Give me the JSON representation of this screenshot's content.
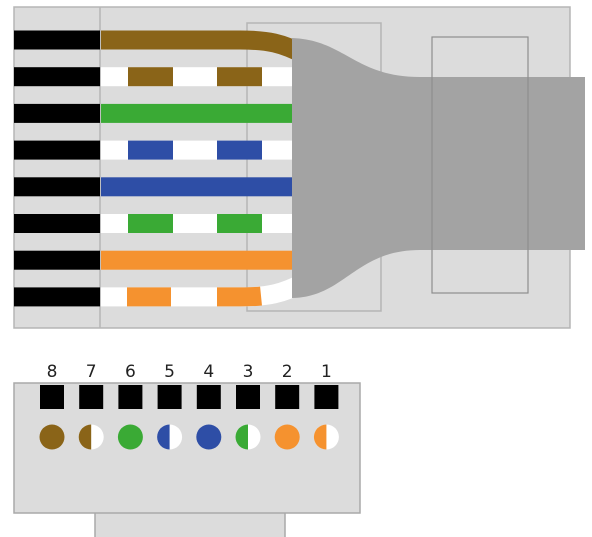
{
  "colors": {
    "brown": "#8a6418",
    "green": "#3aaa35",
    "blue": "#2e4ea6",
    "orange": "#f5922f",
    "white": "#ffffff",
    "conductor": "#000000",
    "plug_body": "#dcdcdc",
    "plug_outline": "#b5b5b5",
    "cable_jacket": "#a3a3a3"
  },
  "side_view": {
    "wires": [
      {
        "color": "brown",
        "striped": false,
        "pin": "8"
      },
      {
        "color": "brown",
        "striped": true,
        "pin": "7"
      },
      {
        "color": "green",
        "striped": false,
        "pin": "6"
      },
      {
        "color": "blue",
        "striped": true,
        "pin": "5"
      },
      {
        "color": "blue",
        "striped": false,
        "pin": "4"
      },
      {
        "color": "green",
        "striped": true,
        "pin": "3"
      },
      {
        "color": "orange",
        "striped": false,
        "pin": "2"
      },
      {
        "color": "orange",
        "striped": true,
        "pin": "1"
      }
    ]
  },
  "front_view": {
    "pins": [
      {
        "label": "8",
        "color": "brown",
        "striped": false
      },
      {
        "label": "7",
        "color": "brown",
        "striped": true
      },
      {
        "label": "6",
        "color": "green",
        "striped": false
      },
      {
        "label": "5",
        "color": "blue",
        "striped": true
      },
      {
        "label": "4",
        "color": "blue",
        "striped": false
      },
      {
        "label": "3",
        "color": "green",
        "striped": true
      },
      {
        "label": "2",
        "color": "orange",
        "striped": false
      },
      {
        "label": "1",
        "color": "orange",
        "striped": true
      }
    ]
  }
}
